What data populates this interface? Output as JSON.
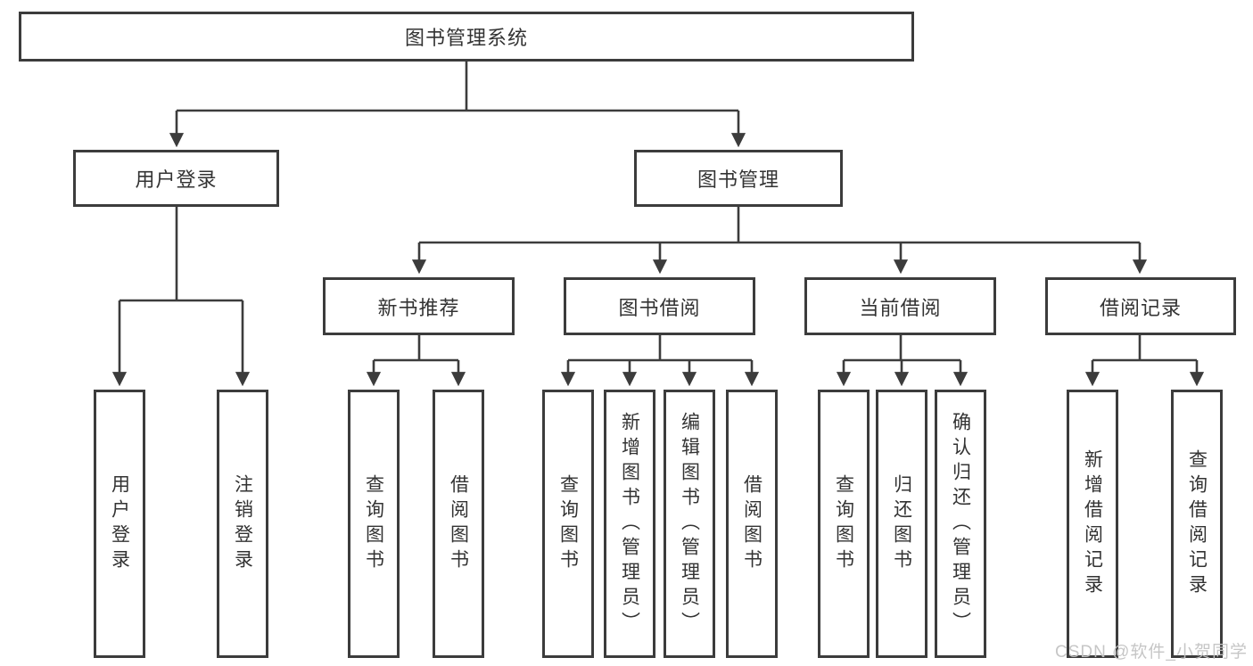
{
  "diagram": {
    "title": "图书管理系统",
    "branches": [
      {
        "label": "用户登录",
        "children": [
          {
            "label": "用户登录"
          },
          {
            "label": "注销登录"
          }
        ]
      },
      {
        "label": "图书管理",
        "children": [
          {
            "label": "新书推荐",
            "children": [
              {
                "label": "查询图书"
              },
              {
                "label": "借阅图书"
              }
            ]
          },
          {
            "label": "图书借阅",
            "children": [
              {
                "label": "查询图书"
              },
              {
                "label": "新增图书（管理员）"
              },
              {
                "label": "编辑图书（管理员）"
              },
              {
                "label": "借阅图书"
              }
            ]
          },
          {
            "label": "当前借阅",
            "children": [
              {
                "label": "查询图书"
              },
              {
                "label": "归还图书"
              },
              {
                "label": "确认归还（管理员）"
              }
            ]
          },
          {
            "label": "借阅记录",
            "children": [
              {
                "label": "新增借阅记录"
              },
              {
                "label": "查询借阅记录"
              }
            ]
          }
        ]
      }
    ]
  },
  "watermark": {
    "text": "CSDN @软件_小贺同学"
  },
  "colors": {
    "line": "#3c3c3c",
    "text": "#333333",
    "watermark": "#c3c3c3",
    "background": "#ffffff"
  }
}
